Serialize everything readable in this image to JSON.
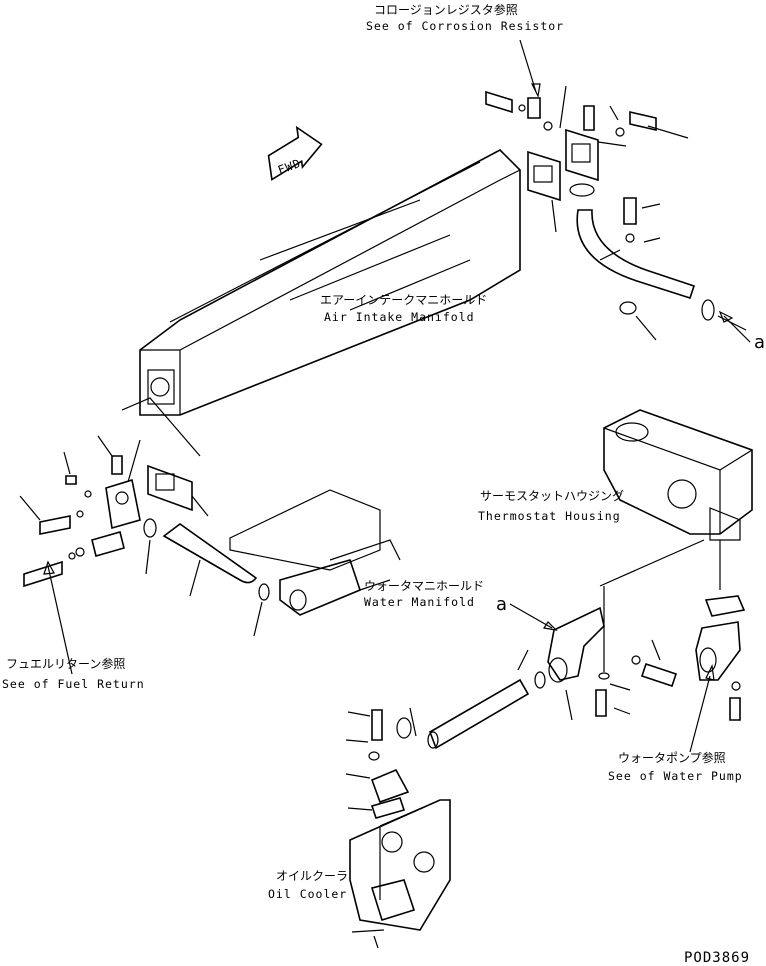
{
  "labels": {
    "corrosion_jp": "コロージョンレジスタ参照",
    "corrosion_en": "See of Corrosion Resistor",
    "intake_jp": "エアーインテークマニホールド",
    "intake_en": "Air Intake Manifold",
    "thermo_jp": "サーモスタットハウジング",
    "thermo_en": "Thermostat Housing",
    "water_manifold_jp": "ウォータマニホールド",
    "water_manifold_en": "Water Manifold",
    "fuel_jp": "フュエルリターン参照",
    "fuel_en": "See of Fuel Return",
    "pump_jp": "ウォータポンプ参照",
    "pump_en": "See of Water Pump",
    "oil_jp": "オイルクーラ",
    "oil_en": "Oil Cooler",
    "fwd": "FWD",
    "ref_a_top": "a",
    "ref_a_mid": "a",
    "drawing_number": "POD3869"
  }
}
